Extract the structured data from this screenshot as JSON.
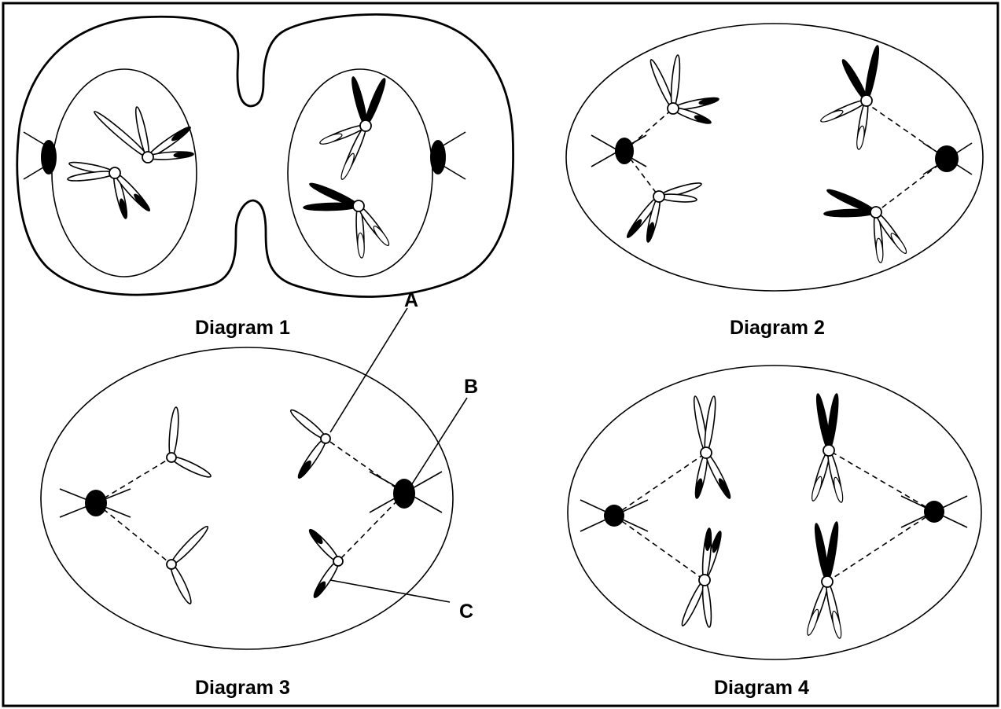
{
  "captions": {
    "d1": "Diagram 1",
    "d2": "Diagram 2",
    "d3": "Diagram 3",
    "d4": "Diagram 4"
  },
  "labels": {
    "a": "A",
    "b": "B",
    "c": "C"
  },
  "colors": {
    "ink": "#000000",
    "paper": "#ffffff"
  }
}
